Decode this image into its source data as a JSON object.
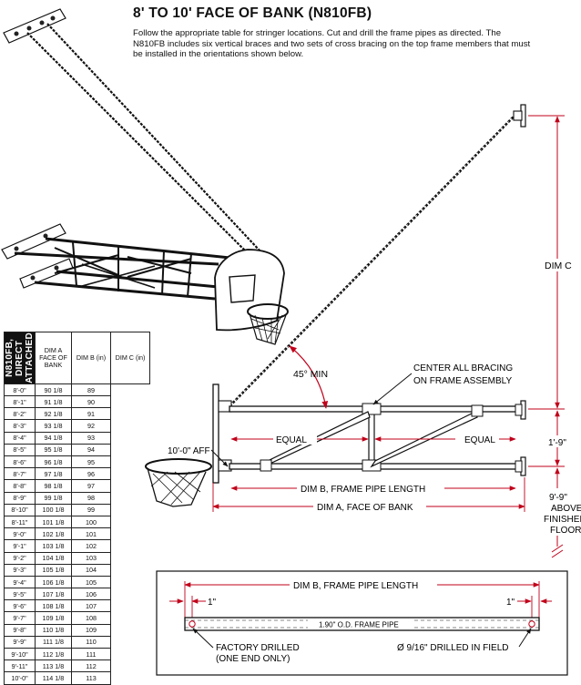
{
  "title": "8' TO 10' FACE OF BANK (N810FB)",
  "description": "Follow the appropriate table for stringer locations.  Cut and drill the frame pipes as directed.  The N810FB includes six vertical braces and two sets of cross bracing on the top frame members that must be installed in the orientations shown below.",
  "table": {
    "side_label": "N810FB, DIRECT ATTACHED",
    "headers": [
      "DIM A FACE OF BANK",
      "DIM B (in)",
      "DIM C (in)"
    ],
    "rows": [
      [
        "8'-0\"",
        "90 1/8",
        "89"
      ],
      [
        "8'-1\"",
        "91 1/8",
        "90"
      ],
      [
        "8'-2\"",
        "92 1/8",
        "91"
      ],
      [
        "8'-3\"",
        "93 1/8",
        "92"
      ],
      [
        "8'-4\"",
        "94 1/8",
        "93"
      ],
      [
        "8'-5\"",
        "95 1/8",
        "94"
      ],
      [
        "8'-6\"",
        "96 1/8",
        "95"
      ],
      [
        "8'-7\"",
        "97 1/8",
        "96"
      ],
      [
        "8'-8\"",
        "98 1/8",
        "97"
      ],
      [
        "8'-9\"",
        "99 1/8",
        "98"
      ],
      [
        "8'-10\"",
        "100 1/8",
        "99"
      ],
      [
        "8'-11\"",
        "101 1/8",
        "100"
      ],
      [
        "9'-0\"",
        "102 1/8",
        "101"
      ],
      [
        "9'-1\"",
        "103 1/8",
        "102"
      ],
      [
        "9'-2\"",
        "104 1/8",
        "103"
      ],
      [
        "9'-3\"",
        "105 1/8",
        "104"
      ],
      [
        "9'-4\"",
        "106 1/8",
        "105"
      ],
      [
        "9'-5\"",
        "107 1/8",
        "106"
      ],
      [
        "9'-6\"",
        "108 1/8",
        "107"
      ],
      [
        "9'-7\"",
        "109 1/8",
        "108"
      ],
      [
        "9'-8\"",
        "110 1/8",
        "109"
      ],
      [
        "9'-9\"",
        "111 1/8",
        "110"
      ],
      [
        "9'-10\"",
        "112 1/8",
        "111"
      ],
      [
        "9'-11\"",
        "113 1/8",
        "112"
      ],
      [
        "10'-0\"",
        "114 1/8",
        "113"
      ]
    ]
  },
  "labels": {
    "dim_c": "DIM C",
    "angle": "45° MIN",
    "center_bracing_1": "CENTER ALL BRACING",
    "center_bracing_2": "ON FRAME ASSEMBLY",
    "equal_left": "EQUAL",
    "equal_right": "EQUAL",
    "rim_height": "10'-0\" AFF",
    "dim_b_length": "DIM B, FRAME PIPE LENGTH",
    "dim_a_face": "DIM A, FACE OF BANK",
    "spacing": "1'-9\"",
    "floor_1": "9'-9\"",
    "floor_2": "ABOVE",
    "floor_3": "FINISHED",
    "floor_4": "FLOOR",
    "detail_dim_b": "DIM B, FRAME PIPE LENGTH",
    "inch_left": "1\"",
    "inch_right": "1\"",
    "pipe": "1.90\" O.D. FRAME PIPE",
    "factory_1": "FACTORY DRILLED",
    "factory_2": "(ONE END ONLY)",
    "field_drilled": "Ø 9/16\" DRILLED IN FIELD"
  }
}
